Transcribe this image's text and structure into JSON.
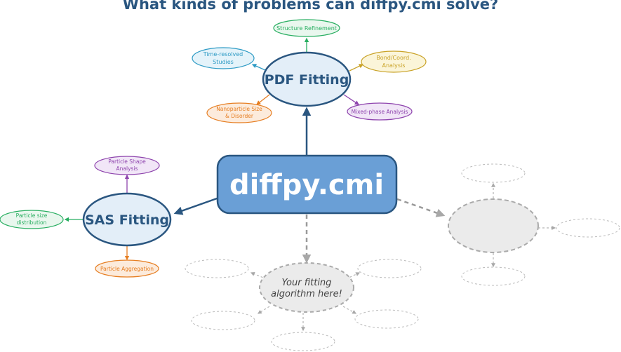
{
  "title": "What kinds of problems can diffpy.cmi solve?",
  "center": {
    "label": "diffpy.cmi"
  },
  "pdf": {
    "label": "PDF Fitting",
    "structure": "Structure Refinement",
    "time_1": "Time-resolved",
    "time_2": "Studies",
    "bond_1": "Bond/Coord.",
    "bond_2": "Analysis",
    "nano_1": "Nanoparticle Size",
    "nano_2": "& Disorder",
    "mixed": "Mixed-phase Analysis"
  },
  "sas": {
    "label": "SAS Fitting",
    "shape_1": "Particle Shape",
    "shape_2": "Analysis",
    "size_1": "Particle size",
    "size_2": "distribution",
    "aggregation": "Particle Aggregation"
  },
  "custom": {
    "line_1": "Your fitting",
    "line_2": "algorithm here!"
  },
  "colors": {
    "title": "#2a5680",
    "center_fill": "#6a9fd6",
    "center_stroke": "#2a5680",
    "node_fill": "#e3eef8",
    "green": "#27ae60",
    "blue": "#2e9bc5",
    "gold": "#c9a227",
    "orange": "#e67e22",
    "purple": "#8e44ad",
    "grey": "#b0b0b0"
  }
}
